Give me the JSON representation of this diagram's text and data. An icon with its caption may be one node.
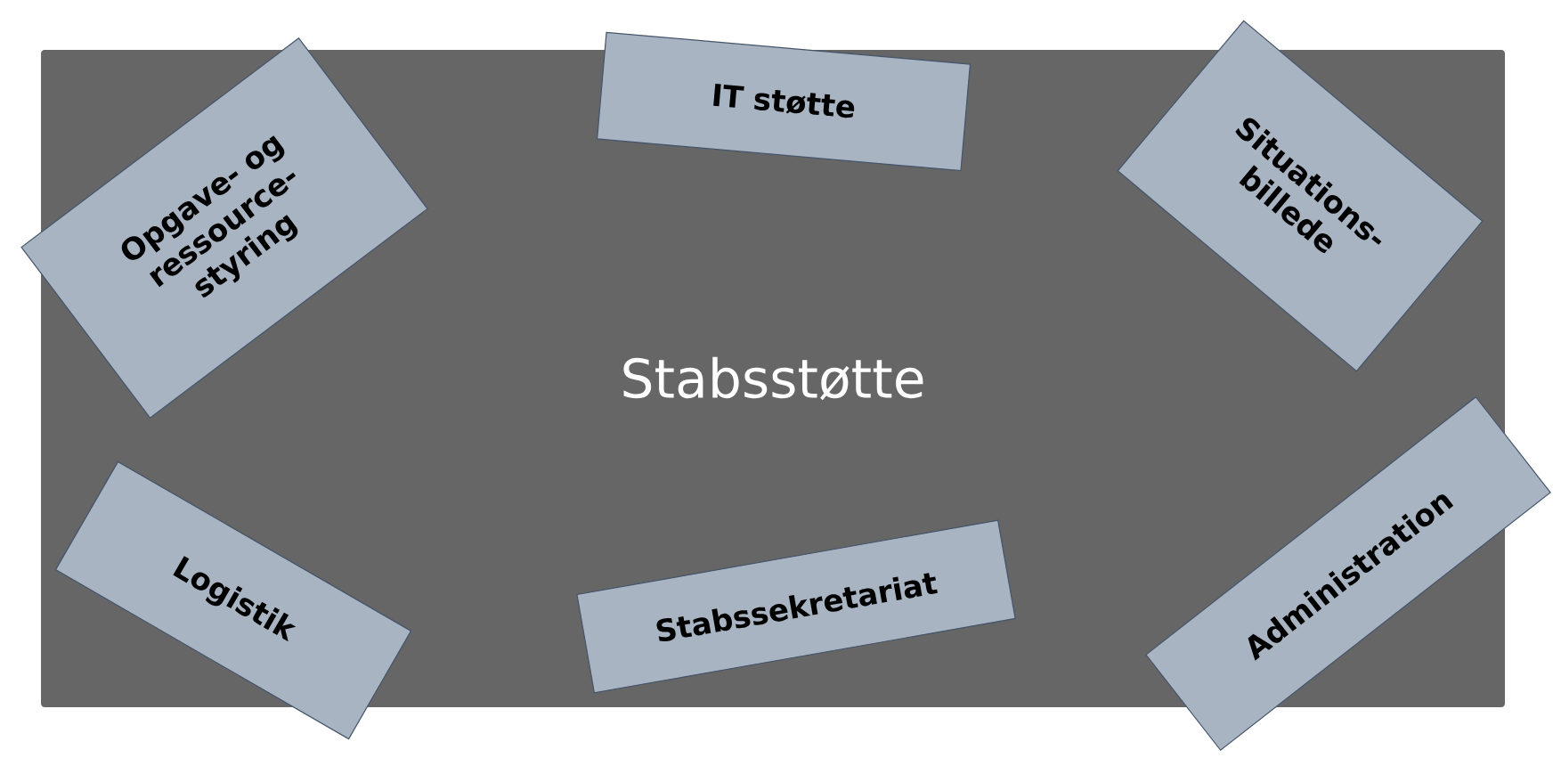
{
  "diagram": {
    "nodes": [
      {
        "text": [
          "Stabsstøtte"
        ]
      },
      {
        "text": [
          "Opgave- og ressource-styring"
        ]
      },
      {
        "text": [
          "IT støtte"
        ]
      },
      {
        "text": [
          "Situations-billede"
        ]
      },
      {
        "text": [
          "Logistik"
        ]
      },
      {
        "text": [
          "Stabssekretariat"
        ],
        "in": 0
      },
      {
        "text": [
          "Administration"
        ]
      }
    ]
  }
}
